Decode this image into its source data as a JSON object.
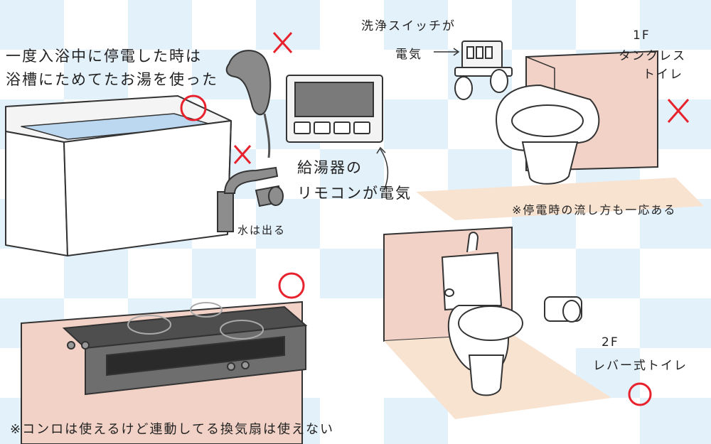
{
  "bath_note": {
    "line1": "一度入浴中に停電した時は",
    "line2": "浴槽にためてたお湯を使った"
  },
  "washlet_note": {
    "line1": "洗浄スイッチが",
    "line2": "電気"
  },
  "heater_note": {
    "line1": "給湯器の",
    "line2": "リモコンが電気"
  },
  "faucet_note": "水は出る",
  "toilet_1f": {
    "floor": "1F",
    "type_line1": "タンクレス",
    "type_line2": "トイレ",
    "note": "※停電時の流し方も一応ある"
  },
  "toilet_2f": {
    "floor": "2F",
    "type": "レバー式トイレ"
  },
  "stove_note": "※コンロは使えるけど連動してる換気扇は使えない",
  "marks": {
    "bathtub": "ok",
    "shower": "ng",
    "faucet": "ng",
    "toilet_1f": "ng",
    "stove": "ok",
    "toilet_2f": "ok"
  },
  "colors": {
    "ok_mark": "#e8222c",
    "ng_mark": "#e8222c",
    "tile_blue": "#e3f1fb",
    "wall_pink": "#f2d2c6",
    "floor_peach": "#f8e2d0",
    "stove_top": "#4e4e4e"
  }
}
